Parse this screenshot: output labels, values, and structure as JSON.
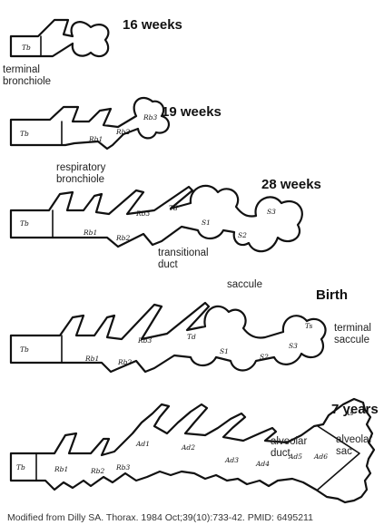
{
  "stages": [
    {
      "title": "16 weeks",
      "labels": [
        "terminal",
        "bronchiole"
      ],
      "codes": [
        "Tb"
      ]
    },
    {
      "title": "19 weeks",
      "labels": [
        "respiratory",
        "bronchiole"
      ],
      "codes": [
        "Tb",
        "Rb1",
        "Rb2",
        "Rb3"
      ]
    },
    {
      "title": "28 weeks",
      "labels": [
        "transitional",
        "duct",
        "saccule"
      ],
      "codes": [
        "Tb",
        "Rb1",
        "Rb2",
        "Rb3",
        "Td",
        "S1",
        "S2",
        "S3"
      ]
    },
    {
      "title": "Birth",
      "labels": [
        "terminal",
        "saccule"
      ],
      "codes": [
        "Tb",
        "Rb1",
        "Rb2",
        "Rb3",
        "Td",
        "S1",
        "S2",
        "S3",
        "Ts"
      ]
    },
    {
      "title": "7 years",
      "labels": [
        "alveolar",
        "duct",
        "alveolar",
        "sac"
      ],
      "codes": [
        "Tb",
        "Rb1",
        "Rb2",
        "Rb3",
        "Ad1",
        "Ad2",
        "Ad3",
        "Ad4",
        "Ad5",
        "Ad6",
        "As"
      ]
    }
  ],
  "caption": "Modified from Dilly SA. Thorax. 1984 Oct;39(10):733-42. PMID: 6495211"
}
